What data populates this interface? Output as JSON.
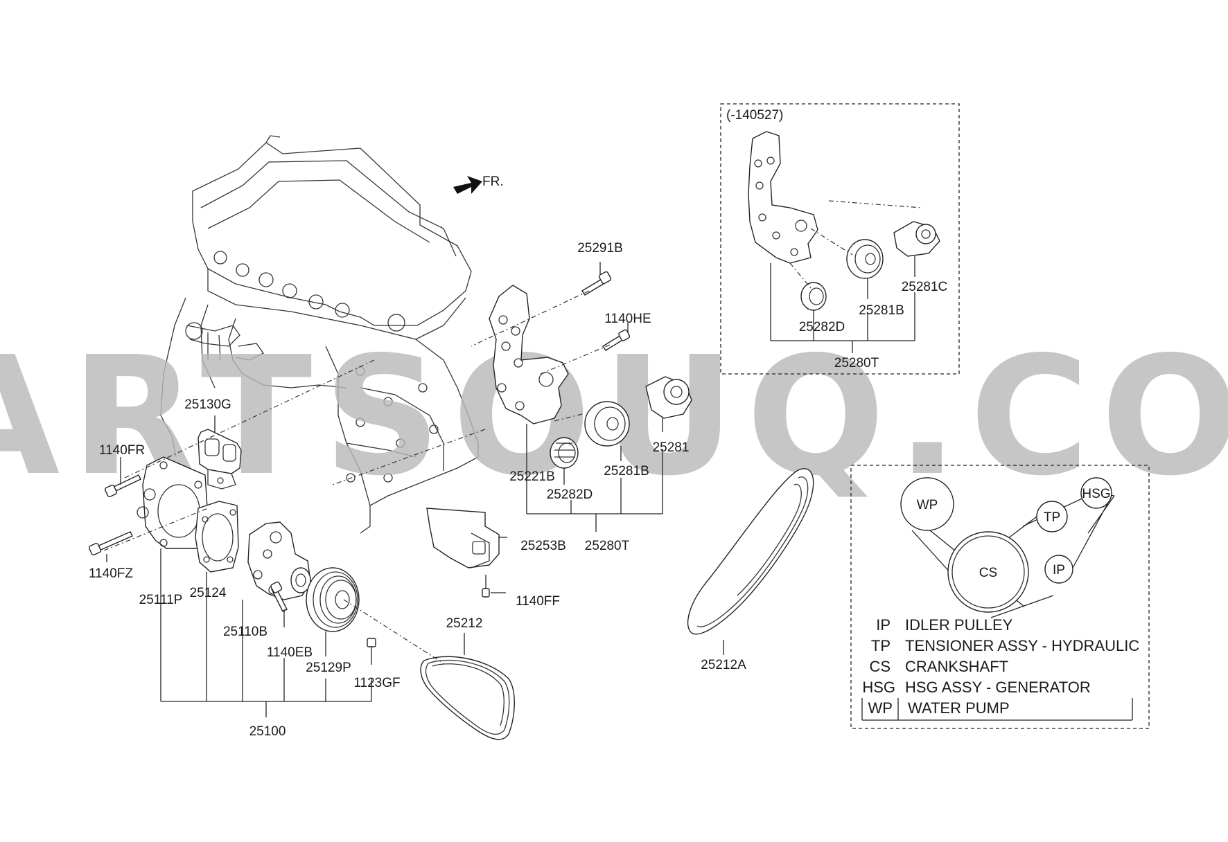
{
  "watermark": "PARTSOUQ.COM",
  "front_marker": "FR.",
  "inset_title": "(-140527)",
  "part_labels": {
    "p25291B": "25291B",
    "p1140HE": "1140HE",
    "p25130G": "25130G",
    "p1140FR": "1140FR",
    "p1140FZ": "1140FZ",
    "p25111P": "25111P",
    "p25124": "25124",
    "p25110B": "25110B",
    "p1140EB": "1140EB",
    "p25129P": "25129P",
    "p1123GF": "1123GF",
    "p25100": "25100",
    "p25212": "25212",
    "p25212A": "25212A",
    "p25221B": "25221B",
    "p25282D": "25282D",
    "p25281B": "25281B",
    "p25281": "25281",
    "p25253B": "25253B",
    "p25280T": "25280T",
    "p1140FF": "1140FF",
    "i25282D": "25282D",
    "i25281B": "25281B",
    "i25281C": "25281C",
    "i25280T": "25280T"
  },
  "belt_diagram": {
    "pulleys": {
      "wp": "WP",
      "tp": "TP",
      "hsg": "HSG",
      "cs": "CS",
      "ip": "IP"
    }
  },
  "legend": [
    {
      "code": "IP",
      "desc": "IDLER PULLEY"
    },
    {
      "code": "TP",
      "desc": "TENSIONER ASSY - HYDRAULIC"
    },
    {
      "code": "CS",
      "desc": "CRANKSHAFT"
    },
    {
      "code": "HSG",
      "desc": "HSG ASSY - GENERATOR"
    },
    {
      "code": "WP",
      "desc": "WATER PUMP"
    }
  ]
}
